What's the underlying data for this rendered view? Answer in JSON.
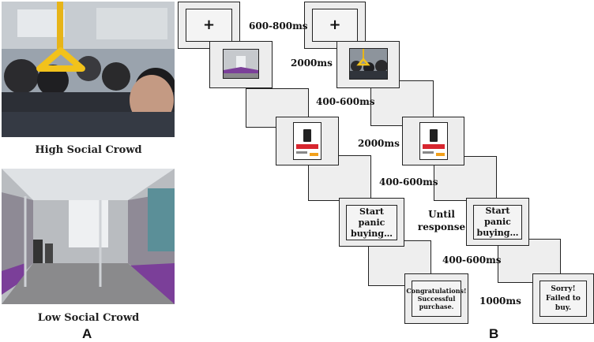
{
  "panel_a": {
    "letter": "A",
    "high_caption": "High Social Crowd",
    "low_caption": "Low Social Crowd"
  },
  "panel_b": {
    "letter": "B",
    "fixation_symbol": "+",
    "start_text": "Start panic buying…",
    "success_text": "Congratulations! Successful purchase.",
    "fail_text": "Sorry! Failed to buy."
  },
  "timings": {
    "fixation": "600-800ms",
    "scene": "2000ms",
    "isi_1": "400-600ms",
    "product": "2000ms",
    "isi_2": "400-600ms",
    "response": "Until response",
    "isi_3": "400-600ms",
    "feedback": "1000ms"
  },
  "colors": {
    "screen_gray": "#eeeeee",
    "border": "#222222",
    "handle_yellow": "#f2c21b",
    "seat_purple": "#7b3f99",
    "product_red": "#d7262f"
  }
}
